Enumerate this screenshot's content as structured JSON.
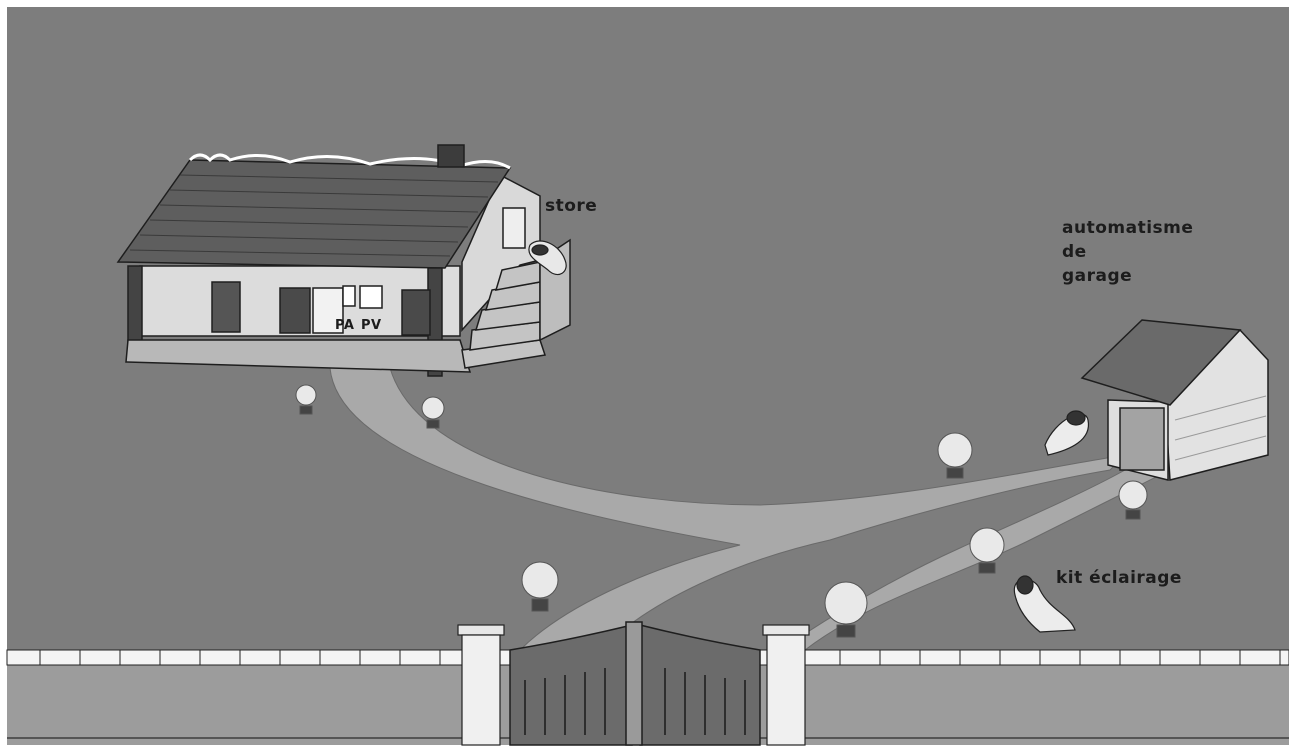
{
  "labels": {
    "store": "store",
    "garage": [
      "automatisme",
      "de",
      "garage"
    ],
    "lighting_kit": "kit éclairage",
    "intercom_audio": "PA",
    "intercom_video": "PV"
  },
  "colors": {
    "background": "#7d7d7d",
    "path": "#a9a9a9",
    "lamp": "#e6e6e6",
    "roof": "#5a5a5a",
    "wall": "#cfcfcf",
    "dark": "#2a2a2a"
  },
  "icons": [
    "house",
    "garage-icon",
    "gate-icon",
    "lamp-icon",
    "remote-control-icon",
    "intercom-icon",
    "wall-icon"
  ]
}
